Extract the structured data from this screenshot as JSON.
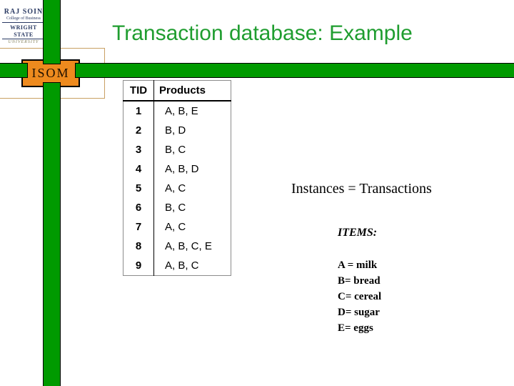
{
  "logo": {
    "line1": "RAJ SOIN",
    "line2": "College of Business",
    "line3": "WRIGHT STATE",
    "line4": "UNIVERSITY"
  },
  "badge": {
    "label": "ISOM"
  },
  "title": "Transaction database: Example",
  "table": {
    "headers": [
      "TID",
      "Products"
    ],
    "rows": [
      [
        "1",
        "A, B, E"
      ],
      [
        "2",
        "B, D"
      ],
      [
        "3",
        "B, C"
      ],
      [
        "4",
        "A, B, D"
      ],
      [
        "5",
        "A, C"
      ],
      [
        "6",
        "B, C"
      ],
      [
        "7",
        "A, C"
      ],
      [
        "8",
        "A, B, C, E"
      ],
      [
        "9",
        "A, B, C"
      ]
    ]
  },
  "notes": {
    "instances": "Instances = Transactions",
    "items_heading": "ITEMS:",
    "items": [
      "A = milk",
      "B= bread",
      "C= cereal",
      "D= sugar",
      "E= eggs"
    ]
  },
  "colors": {
    "bar_green": "#009a00",
    "title_green": "#1f9d2f",
    "badge_orange": "#ee8a1e",
    "frame_tan": "#c9a063",
    "logo_navy": "#2a3a63"
  }
}
